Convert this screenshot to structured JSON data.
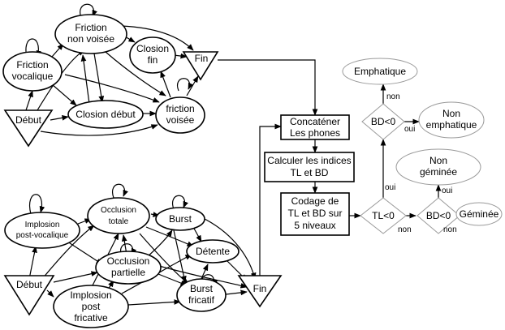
{
  "top_graph": {
    "friction_non_voisee": [
      "Friction",
      "non voisée"
    ],
    "friction_vocalique": [
      "Friction",
      "vocalique"
    ],
    "closion_fin": [
      "Closion",
      "fin"
    ],
    "fin": "Fin",
    "debut": "Début",
    "closion_debut": "Closion début",
    "friction_voisee": [
      "friction",
      "voisée"
    ]
  },
  "bottom_graph": {
    "implosion_post_vocalique": [
      "Implosion",
      "post-vocalique"
    ],
    "occlusion_totale": [
      "Occlusion",
      "totale"
    ],
    "burst": "Burst",
    "detente": "Détente",
    "occlusion_partielle": [
      "Occlusion",
      "partielle"
    ],
    "debut": "Début",
    "implosion_post_fricative": [
      "Implosion",
      "post",
      "fricative"
    ],
    "burst_fricatif": [
      "Burst",
      "fricatif"
    ],
    "fin": "Fin"
  },
  "process": {
    "concatener": [
      "Concaténer",
      "Les phones"
    ],
    "calculer": [
      "Calculer les indices",
      "TL et BD"
    ],
    "codage": [
      "Codage de",
      "TL et BD sur",
      "5 niveaux"
    ]
  },
  "decisions": {
    "tl": "TL<0",
    "bd_upper": "BD<0",
    "bd_lower": "BD<0"
  },
  "outcomes": {
    "emphatique": "Emphatique",
    "non_emphatique": [
      "Non",
      "emphatique"
    ],
    "non_geminee": [
      "Non",
      "géminée"
    ],
    "geminee": "Géminée"
  },
  "edge_labels": {
    "non": "non",
    "oui": "oui"
  }
}
